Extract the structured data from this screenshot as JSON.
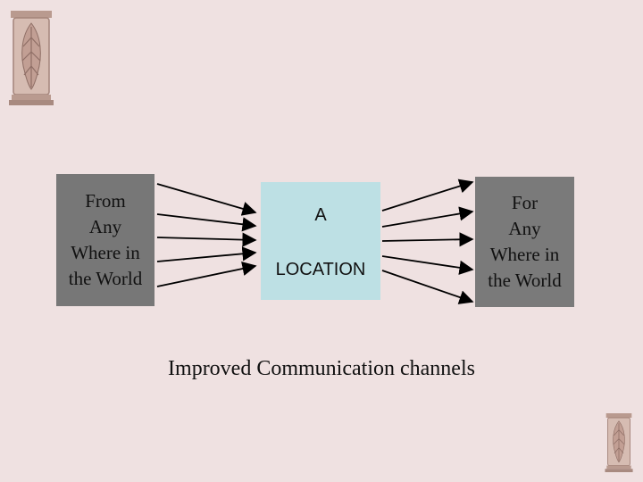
{
  "diagram": {
    "source": {
      "lines": [
        "From",
        "Any",
        "Where in",
        "the World"
      ]
    },
    "center": {
      "top": "A",
      "bottom": "LOCATION"
    },
    "destination": {
      "lines": [
        "For",
        "Any",
        "Where in",
        "the World"
      ]
    },
    "caption": "Improved Communication channels"
  },
  "colors": {
    "background": "#efe1e1",
    "side_box": "#777777",
    "center_box": "#bde0e4",
    "arrow": "#000000"
  },
  "icons": [
    "corbel-ornament-icon",
    "corbel-ornament-icon"
  ]
}
